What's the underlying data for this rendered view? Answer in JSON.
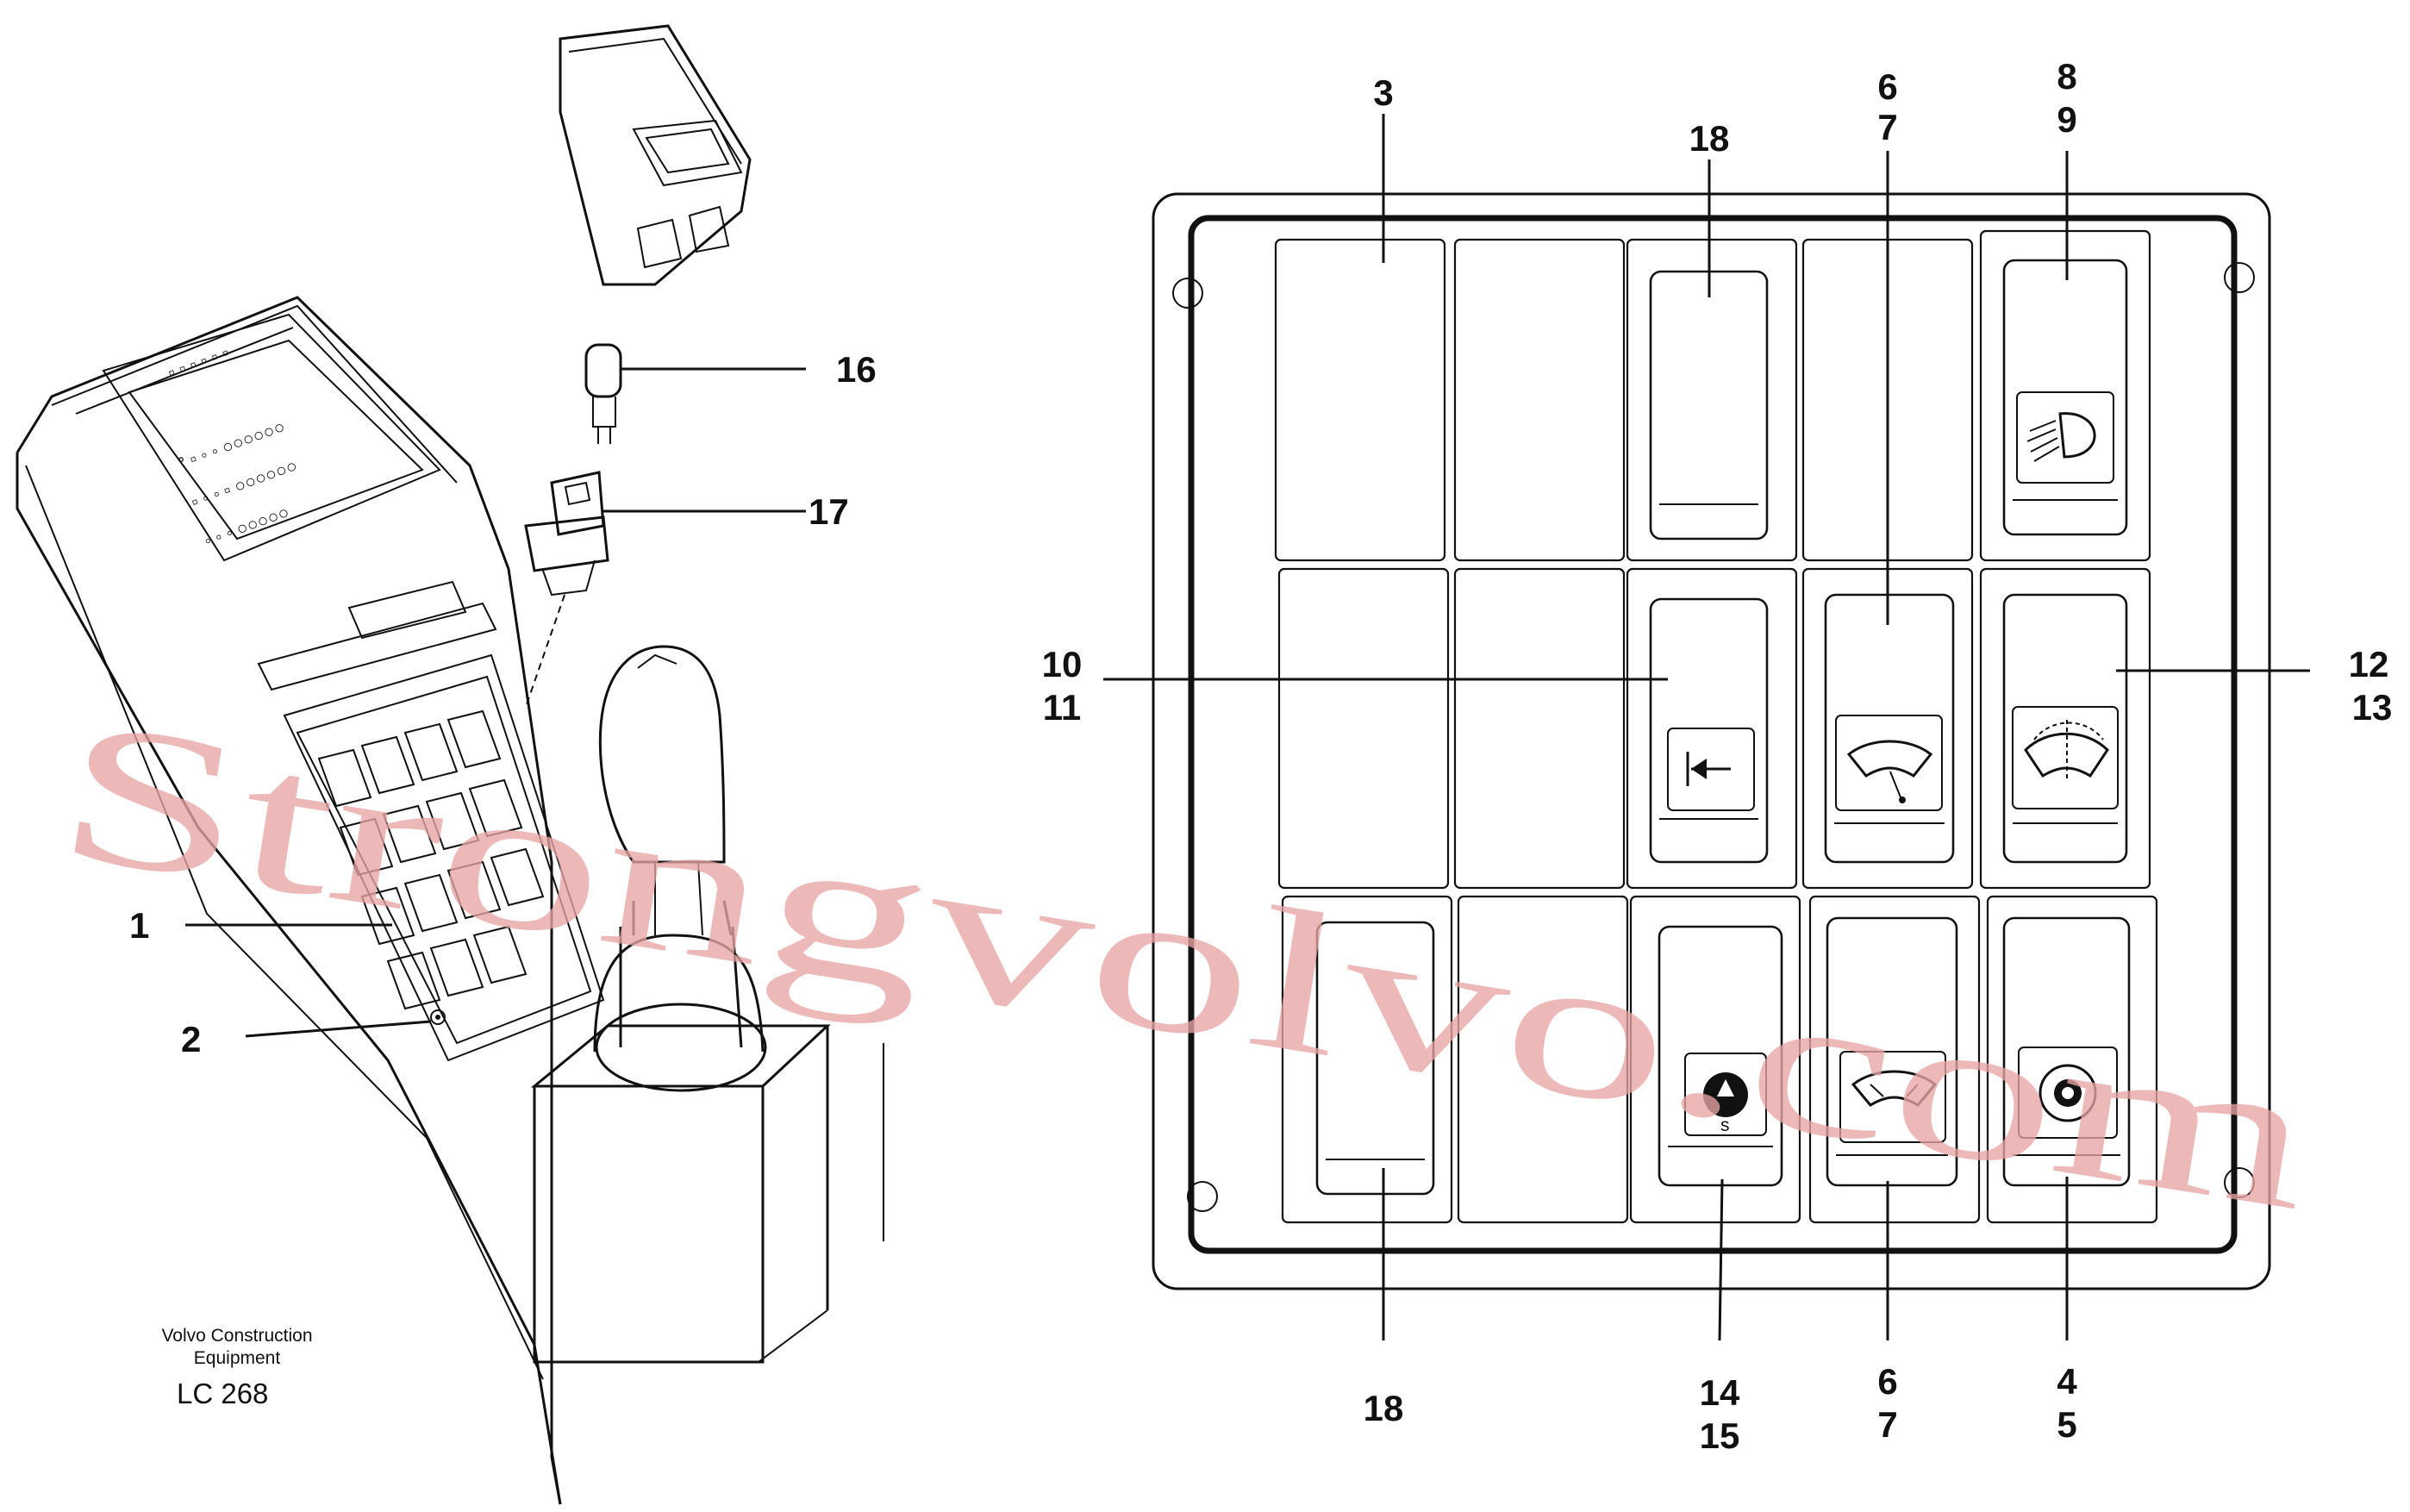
{
  "caption": {
    "line1": "Volvo Construction",
    "line2": "Equipment",
    "code": "LC 268"
  },
  "watermark": "Strongvolvo.com",
  "callouts": {
    "c1": "1",
    "c2": "2",
    "c3": "3",
    "c4": "4",
    "c5": "5",
    "c6_top": "6",
    "c7_top": "7",
    "c6_bottom": "6",
    "c7_bottom": "7",
    "c8": "8",
    "c9": "9",
    "c10": "10",
    "c11": "11",
    "c12": "12",
    "c13": "13",
    "c14": "14",
    "c15": "15",
    "c16": "16",
    "c17": "17",
    "c18_top": "18",
    "c18_bottom": "18"
  },
  "icons": [
    "work-light-icon",
    "arrow-left-icon",
    "wiper-icon",
    "washer-wiper-icon",
    "beacon-icon",
    "intermittent-wiper-icon",
    "horn-icon"
  ]
}
